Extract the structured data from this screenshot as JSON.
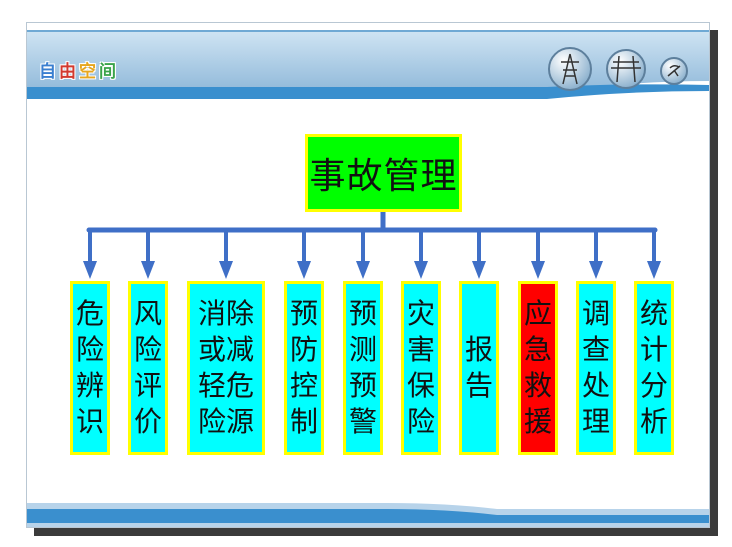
{
  "header": {
    "logo_chars": [
      "自",
      "由",
      "空",
      "间"
    ],
    "icons": [
      "transmission-tower-icon",
      "power-lines-icon",
      "satellite-dish-icon"
    ]
  },
  "diagram": {
    "root": "事故管理",
    "children": [
      {
        "label": "危\n险\n辨\n识",
        "color": "#00ffff"
      },
      {
        "label": "风\n险\n评\n价",
        "color": "#00ffff"
      },
      {
        "label": "消除\n或减\n轻危\n险源",
        "color": "#00ffff"
      },
      {
        "label": "预\n防\n控\n制",
        "color": "#00ffff"
      },
      {
        "label": "预\n测\n预\n警",
        "color": "#00ffff"
      },
      {
        "label": "灾\n害\n保\n险",
        "color": "#00ffff"
      },
      {
        "label": "报\n告",
        "color": "#00ffff"
      },
      {
        "label": "应\n急\n救\n援",
        "color": "#ff0000"
      },
      {
        "label": "调\n查\n处\n理",
        "color": "#00ffff"
      },
      {
        "label": "统\n计\n分\n析",
        "color": "#00ffff"
      }
    ],
    "colors": {
      "root": "#00ff00",
      "border": "#ffff00",
      "connector": "#3f6fc7"
    }
  }
}
